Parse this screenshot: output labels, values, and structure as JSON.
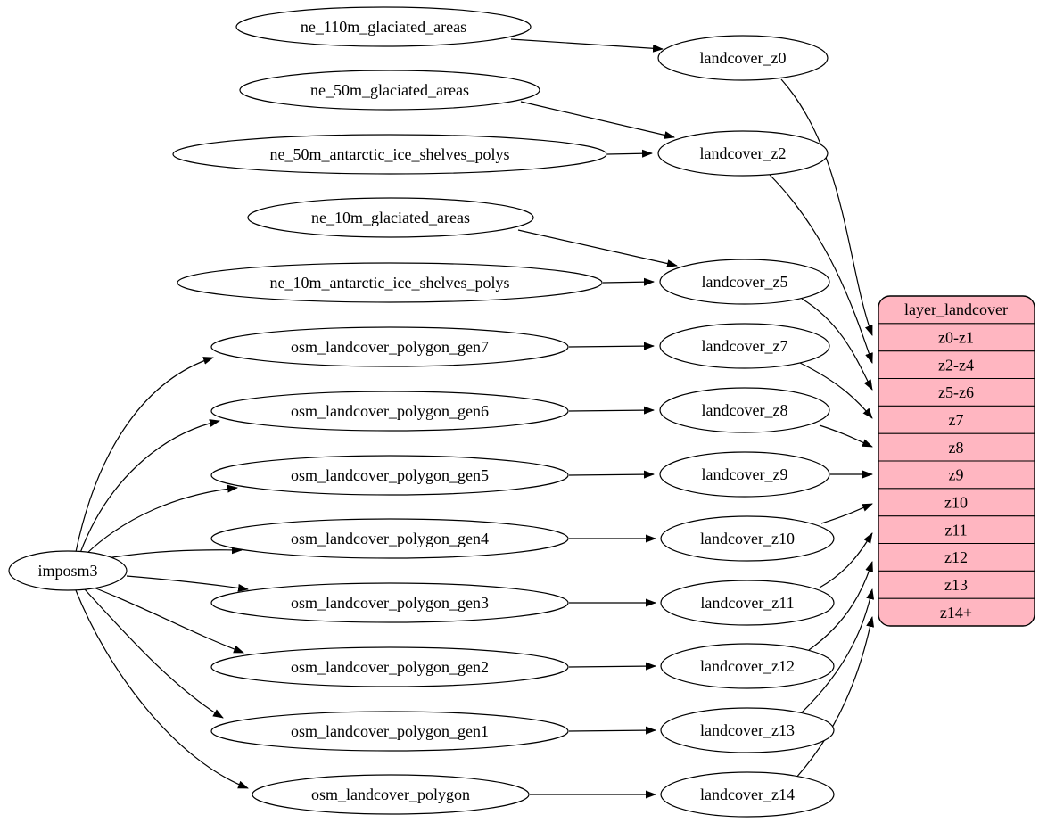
{
  "colors": {
    "background": "#ffffff",
    "node_fill": "#ffffff",
    "table_fill": "#ffb6c1",
    "stroke": "#000000"
  },
  "nodes": {
    "imposm3": "imposm3",
    "ne_110m_glaciated_areas": "ne_110m_glaciated_areas",
    "ne_50m_glaciated_areas": "ne_50m_glaciated_areas",
    "ne_50m_antarctic_ice_shelves_polys": "ne_50m_antarctic_ice_shelves_polys",
    "ne_10m_glaciated_areas": "ne_10m_glaciated_areas",
    "ne_10m_antarctic_ice_shelves_polys": "ne_10m_antarctic_ice_shelves_polys",
    "osm_landcover_polygon_gen7": "osm_landcover_polygon_gen7",
    "osm_landcover_polygon_gen6": "osm_landcover_polygon_gen6",
    "osm_landcover_polygon_gen5": "osm_landcover_polygon_gen5",
    "osm_landcover_polygon_gen4": "osm_landcover_polygon_gen4",
    "osm_landcover_polygon_gen3": "osm_landcover_polygon_gen3",
    "osm_landcover_polygon_gen2": "osm_landcover_polygon_gen2",
    "osm_landcover_polygon_gen1": "osm_landcover_polygon_gen1",
    "osm_landcover_polygon": "osm_landcover_polygon",
    "landcover_z0": "landcover_z0",
    "landcover_z2": "landcover_z2",
    "landcover_z5": "landcover_z5",
    "landcover_z7": "landcover_z7",
    "landcover_z8": "landcover_z8",
    "landcover_z9": "landcover_z9",
    "landcover_z10": "landcover_z10",
    "landcover_z11": "landcover_z11",
    "landcover_z12": "landcover_z12",
    "landcover_z13": "landcover_z13",
    "landcover_z14": "landcover_z14"
  },
  "table": {
    "title": "layer_landcover",
    "rows": [
      "z0-z1",
      "z2-z4",
      "z5-z6",
      "z7",
      "z8",
      "z9",
      "z10",
      "z11",
      "z12",
      "z13",
      "z14+"
    ]
  },
  "edges": [
    {
      "from": "imposm3",
      "to": "osm_landcover_polygon_gen7"
    },
    {
      "from": "imposm3",
      "to": "osm_landcover_polygon_gen6"
    },
    {
      "from": "imposm3",
      "to": "osm_landcover_polygon_gen5"
    },
    {
      "from": "imposm3",
      "to": "osm_landcover_polygon_gen4"
    },
    {
      "from": "imposm3",
      "to": "osm_landcover_polygon_gen3"
    },
    {
      "from": "imposm3",
      "to": "osm_landcover_polygon_gen2"
    },
    {
      "from": "imposm3",
      "to": "osm_landcover_polygon_gen1"
    },
    {
      "from": "imposm3",
      "to": "osm_landcover_polygon"
    },
    {
      "from": "ne_110m_glaciated_areas",
      "to": "landcover_z0"
    },
    {
      "from": "ne_50m_glaciated_areas",
      "to": "landcover_z2"
    },
    {
      "from": "ne_50m_antarctic_ice_shelves_polys",
      "to": "landcover_z2"
    },
    {
      "from": "ne_10m_glaciated_areas",
      "to": "landcover_z5"
    },
    {
      "from": "ne_10m_antarctic_ice_shelves_polys",
      "to": "landcover_z5"
    },
    {
      "from": "osm_landcover_polygon_gen7",
      "to": "landcover_z7"
    },
    {
      "from": "osm_landcover_polygon_gen6",
      "to": "landcover_z8"
    },
    {
      "from": "osm_landcover_polygon_gen5",
      "to": "landcover_z9"
    },
    {
      "from": "osm_landcover_polygon_gen4",
      "to": "landcover_z10"
    },
    {
      "from": "osm_landcover_polygon_gen3",
      "to": "landcover_z11"
    },
    {
      "from": "osm_landcover_polygon_gen2",
      "to": "landcover_z12"
    },
    {
      "from": "osm_landcover_polygon_gen1",
      "to": "landcover_z13"
    },
    {
      "from": "osm_landcover_polygon",
      "to": "landcover_z14"
    },
    {
      "from": "landcover_z0",
      "to": "layer_landcover.z0-z1"
    },
    {
      "from": "landcover_z2",
      "to": "layer_landcover.z2-z4"
    },
    {
      "from": "landcover_z5",
      "to": "layer_landcover.z5-z6"
    },
    {
      "from": "landcover_z7",
      "to": "layer_landcover.z7"
    },
    {
      "from": "landcover_z8",
      "to": "layer_landcover.z8"
    },
    {
      "from": "landcover_z9",
      "to": "layer_landcover.z9"
    },
    {
      "from": "landcover_z10",
      "to": "layer_landcover.z10"
    },
    {
      "from": "landcover_z11",
      "to": "layer_landcover.z11"
    },
    {
      "from": "landcover_z12",
      "to": "layer_landcover.z12"
    },
    {
      "from": "landcover_z13",
      "to": "layer_landcover.z13"
    },
    {
      "from": "landcover_z14",
      "to": "layer_landcover.z14+"
    }
  ]
}
